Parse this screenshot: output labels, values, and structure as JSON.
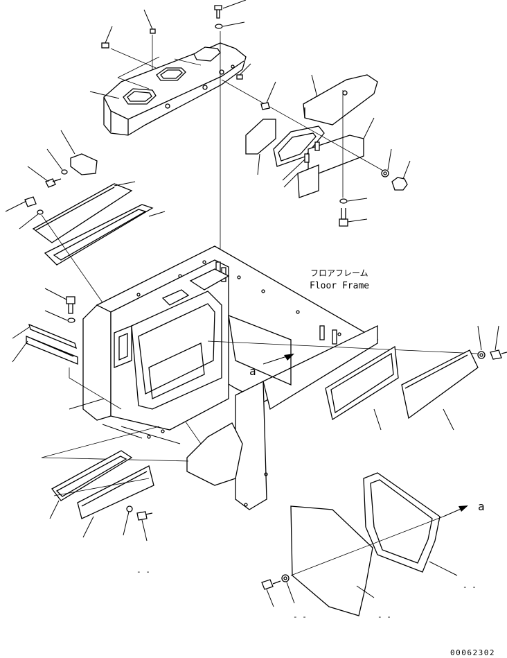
{
  "labels": {
    "floor_frame_jp": "フロアフレーム",
    "floor_frame_en": "Floor Frame",
    "view_marker_left": "a",
    "view_marker_right": "a",
    "drawing_number": "00062302"
  },
  "colors": {
    "line": "#000000",
    "background": "#ffffff"
  }
}
